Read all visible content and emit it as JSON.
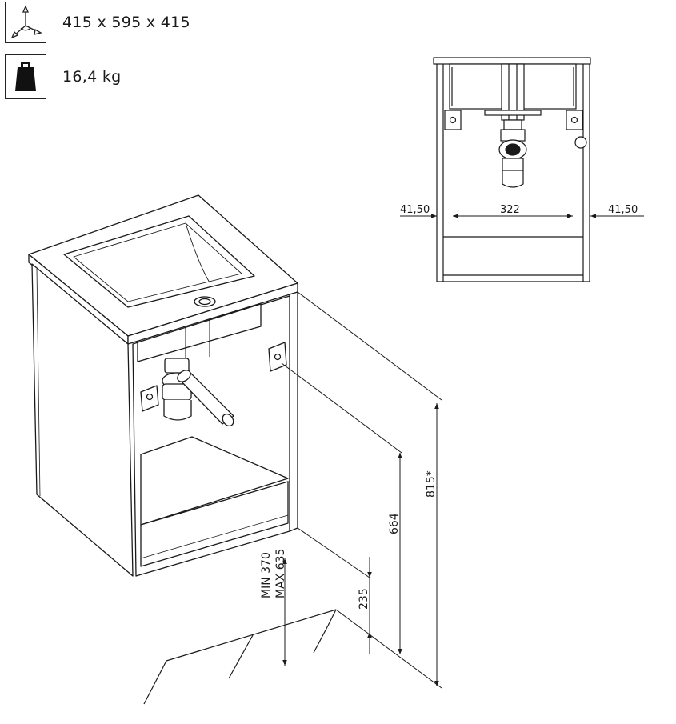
{
  "specs": {
    "dimensions": {
      "icon": "axes-icon",
      "value": "415 x 595 x 415"
    },
    "weight": {
      "icon": "weight-icon",
      "value": "16,4  kg"
    }
  },
  "front_view": {
    "side_left": "41,50",
    "inner_width": "322",
    "side_right": "41,50"
  },
  "iso_view": {
    "total_height": "815*",
    "top_height": "664",
    "floor_clearance": "235",
    "siphon_min": "MIN 370",
    "siphon_max": "MAX 635"
  }
}
